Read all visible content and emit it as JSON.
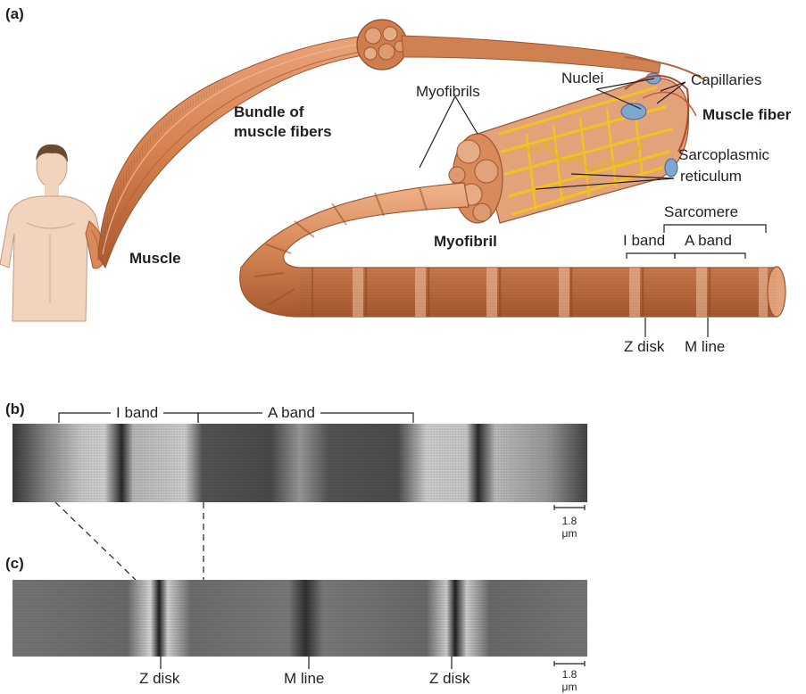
{
  "panel_a": {
    "tag": "(a)",
    "labels": {
      "bundle_line1": "Bundle of",
      "bundle_line2": "muscle fibers",
      "muscle": "Muscle",
      "myofibrils": "Myofibrils",
      "nuclei": "Nuclei",
      "capillaries": "Capillaries",
      "muscle_fiber": "Muscle fiber",
      "sr_line1": "Sarcoplasmic",
      "sr_line2": "reticulum",
      "sarcomere": "Sarcomere",
      "myofibril": "Myofibril",
      "i_band": "I band",
      "a_band": "A band",
      "z_disk": "Z disk",
      "m_line": "M line"
    }
  },
  "panel_b": {
    "tag": "(b)",
    "i_band": "I band",
    "a_band": "A band",
    "scale_value": "1.8",
    "scale_unit": "μm"
  },
  "panel_c": {
    "tag": "(c)",
    "z_disk_left": "Z disk",
    "m_line": "M line",
    "z_disk_right": "Z disk",
    "scale_value": "1.8",
    "scale_unit": "μm"
  },
  "colors": {
    "muscle": "#d98a5a",
    "muscle_dark": "#b8643a",
    "reticulum": "#f4c21e",
    "nucleus": "#7fa6cf",
    "skin": "#f2d3bd"
  }
}
